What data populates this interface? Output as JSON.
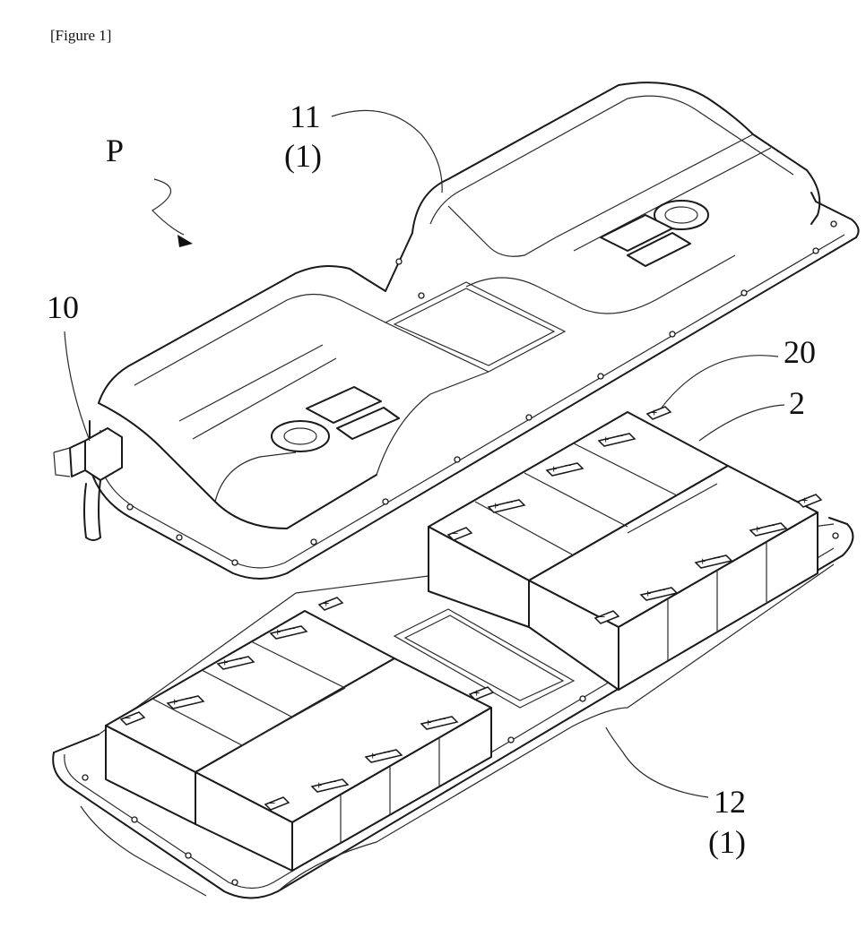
{
  "figure": {
    "caption": "[Figure 1]"
  },
  "labels": {
    "direction": "P",
    "cover_ref": "11",
    "cover_group": "(1)",
    "connector_ref": "10",
    "terminal_ref": "20",
    "battery_ref": "2",
    "tray_ref": "12",
    "tray_group": "(1)"
  },
  "terminal_symbols": {
    "plus": "+",
    "minus": "−"
  }
}
